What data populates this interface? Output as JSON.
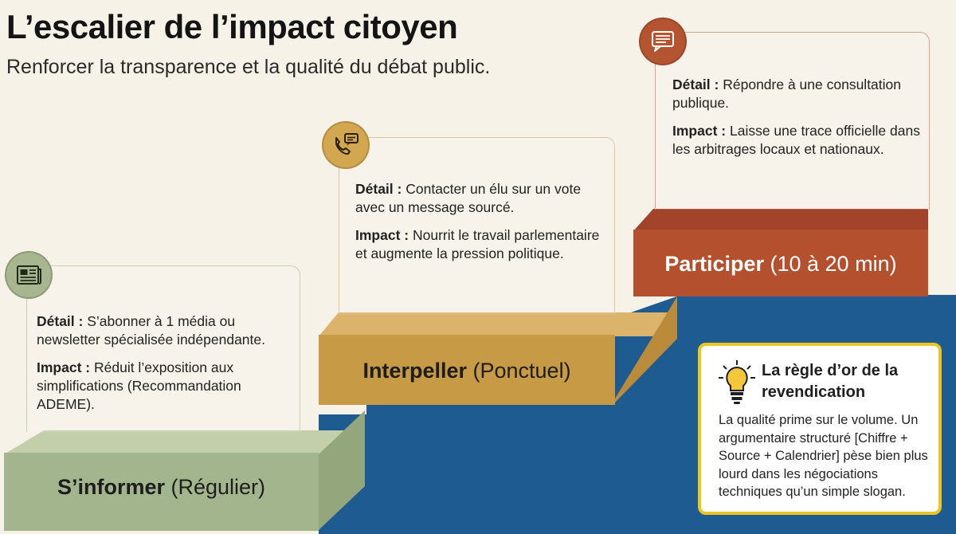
{
  "title": "L’escalier de l’impact citoyen",
  "subtitle": "Renforcer la transparence et la qualité du débat public.",
  "colors": {
    "background": "#f6f2e8",
    "blue": "#1d5b91",
    "green_front": "#a3b58c",
    "green_top": "#c2cfaa",
    "gold_front": "#c79a45",
    "gold_top": "#dbb36b",
    "rust_front": "#b4502d",
    "rust_top": "#a3432a",
    "rule_border": "#ecc520"
  },
  "steps": [
    {
      "id": "sinformer",
      "name": "S’informer",
      "qualifier": "(Régulier)",
      "icon": "newspaper-icon",
      "detail_label": "Détail :",
      "detail": "S’abonner à 1 média ou newsletter spécialisée indépendante.",
      "impact_label": "Impact :",
      "impact": "Réduit l’exposition aux simplifications (Recommandation ADEME)."
    },
    {
      "id": "interpeller",
      "name": "Interpeller",
      "qualifier": "(Ponctuel)",
      "icon": "phone-message-icon",
      "detail_label": "Détail :",
      "detail": "Contacter un élu sur un vote avec un message sourcé.",
      "impact_label": "Impact :",
      "impact": "Nourrit le travail parlementaire et augmente la pression politique."
    },
    {
      "id": "participer",
      "name": "Participer",
      "qualifier": "(10 à 20 min)",
      "icon": "speech-bubble-icon",
      "detail_label": "Détail :",
      "detail": "Répondre à une consultation publique.",
      "impact_label": "Impact :",
      "impact": "Laisse une trace officielle dans les arbitrages locaux et nationaux."
    }
  ],
  "rule": {
    "icon": "lightbulb-icon",
    "title": "La règle d’or de la revendication",
    "body": "La qualité prime sur le volume. Un argumentaire structuré [Chiffre + Source + Calendrier] pèse bien plus lourd dans les négociations techniques qu’un simple slogan."
  }
}
